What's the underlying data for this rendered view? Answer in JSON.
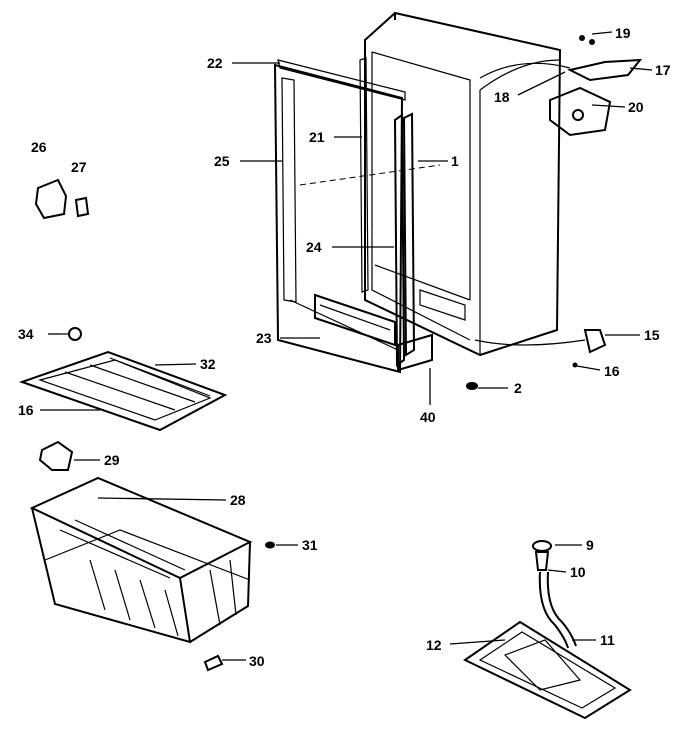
{
  "diagram": {
    "part_numbers": [
      "1",
      "2",
      "9",
      "10",
      "11",
      "12",
      "15",
      "16",
      "16",
      "17",
      "18",
      "19",
      "20",
      "21",
      "22",
      "23",
      "24",
      "25",
      "26",
      "27",
      "28",
      "29",
      "30",
      "31",
      "32",
      "34",
      "40"
    ],
    "callouts": {
      "c1": "1",
      "c2": "2",
      "c9": "9",
      "c10": "10",
      "c11": "11",
      "c12": "12",
      "c15": "15",
      "c16a": "16",
      "c16b": "16",
      "c17": "17",
      "c18": "18",
      "c19": "19",
      "c20": "20",
      "c21": "21",
      "c22": "22",
      "c23": "23",
      "c24": "24",
      "c25": "25",
      "c26": "26",
      "c27": "27",
      "c28": "28",
      "c29": "29",
      "c30": "30",
      "c31": "31",
      "c32": "32",
      "c34": "34",
      "c40": "40"
    },
    "line_color": "#000000",
    "background": "#ffffff"
  }
}
